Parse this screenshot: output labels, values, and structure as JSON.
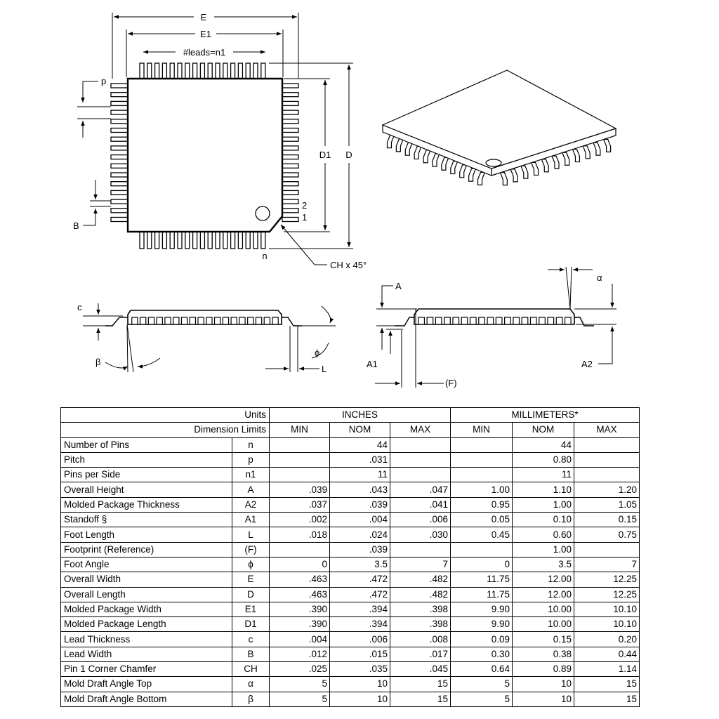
{
  "drawing_labels": {
    "E": "E",
    "E1": "E1",
    "leads": "#leads=n1",
    "p": "p",
    "B": "B",
    "D1": "D1",
    "D": "D",
    "pin2": "2",
    "pin1": "1",
    "n": "n",
    "chamfer": "CH x 45°",
    "c": "c",
    "beta": "β",
    "phi": "ϕ",
    "L": "L",
    "A": "A",
    "A1": "A1",
    "A2": "A2",
    "F": "(F)",
    "alpha": "α"
  },
  "table": {
    "units_label": "Units",
    "limits_label": "Dimension Limits",
    "inches_label": "INCHES",
    "mm_label": "MILLIMETERS*",
    "col_headers": [
      "MIN",
      "NOM",
      "MAX",
      "MIN",
      "NOM",
      "MAX"
    ],
    "rows": [
      {
        "name": "Number of Pins",
        "sym": "n",
        "in_min": "",
        "in_nom": "44",
        "in_max": "",
        "mm_min": "",
        "mm_nom": "44",
        "mm_max": ""
      },
      {
        "name": "Pitch",
        "sym": "p",
        "in_min": "",
        "in_nom": ".031",
        "in_max": "",
        "mm_min": "",
        "mm_nom": "0.80",
        "mm_max": ""
      },
      {
        "name": "Pins per Side",
        "sym": "n1",
        "in_min": "",
        "in_nom": "11",
        "in_max": "",
        "mm_min": "",
        "mm_nom": "11",
        "mm_max": ""
      },
      {
        "name": "Overall Height",
        "sym": "A",
        "in_min": ".039",
        "in_nom": ".043",
        "in_max": ".047",
        "mm_min": "1.00",
        "mm_nom": "1.10",
        "mm_max": "1.20"
      },
      {
        "name": "Molded Package Thickness",
        "sym": "A2",
        "in_min": ".037",
        "in_nom": ".039",
        "in_max": ".041",
        "mm_min": "0.95",
        "mm_nom": "1.00",
        "mm_max": "1.05"
      },
      {
        "name": "Standoff   §",
        "sym": "A1",
        "in_min": ".002",
        "in_nom": ".004",
        "in_max": ".006",
        "mm_min": "0.05",
        "mm_nom": "0.10",
        "mm_max": "0.15"
      },
      {
        "name": "Foot Length",
        "sym": "L",
        "in_min": ".018",
        "in_nom": ".024",
        "in_max": ".030",
        "mm_min": "0.45",
        "mm_nom": "0.60",
        "mm_max": "0.75"
      },
      {
        "name": "Footprint (Reference)",
        "sym": "(F)",
        "in_min": "",
        "in_nom": ".039",
        "in_max": "",
        "mm_min": "",
        "mm_nom": "1.00",
        "mm_max": ""
      },
      {
        "name": "Foot Angle",
        "sym": "ϕ",
        "in_min": "0",
        "in_nom": "3.5",
        "in_max": "7",
        "mm_min": "0",
        "mm_nom": "3.5",
        "mm_max": "7"
      },
      {
        "name": "Overall Width",
        "sym": "E",
        "in_min": ".463",
        "in_nom": ".472",
        "in_max": ".482",
        "mm_min": "11.75",
        "mm_nom": "12.00",
        "mm_max": "12.25"
      },
      {
        "name": "Overall Length",
        "sym": "D",
        "in_min": ".463",
        "in_nom": ".472",
        "in_max": ".482",
        "mm_min": "11.75",
        "mm_nom": "12.00",
        "mm_max": "12.25"
      },
      {
        "name": "Molded Package Width",
        "sym": "E1",
        "in_min": ".390",
        "in_nom": ".394",
        "in_max": ".398",
        "mm_min": "9.90",
        "mm_nom": "10.00",
        "mm_max": "10.10"
      },
      {
        "name": "Molded Package Length",
        "sym": "D1",
        "in_min": ".390",
        "in_nom": ".394",
        "in_max": ".398",
        "mm_min": "9.90",
        "mm_nom": "10.00",
        "mm_max": "10.10"
      },
      {
        "name": "Lead Thickness",
        "sym": "c",
        "in_min": ".004",
        "in_nom": ".006",
        "in_max": ".008",
        "mm_min": "0.09",
        "mm_nom": "0.15",
        "mm_max": "0.20"
      },
      {
        "name": "Lead Width",
        "sym": "B",
        "in_min": ".012",
        "in_nom": ".015",
        "in_max": ".017",
        "mm_min": "0.30",
        "mm_nom": "0.38",
        "mm_max": "0.44"
      },
      {
        "name": "Pin 1 Corner Chamfer",
        "sym": "CH",
        "in_min": ".025",
        "in_nom": ".035",
        "in_max": ".045",
        "mm_min": "0.64",
        "mm_nom": "0.89",
        "mm_max": "1.14"
      },
      {
        "name": "Mold Draft Angle Top",
        "sym": "α",
        "in_min": "5",
        "in_nom": "10",
        "in_max": "15",
        "mm_min": "5",
        "mm_nom": "10",
        "mm_max": "15"
      },
      {
        "name": "Mold Draft Angle Bottom",
        "sym": "β",
        "in_min": "5",
        "in_nom": "10",
        "in_max": "15",
        "mm_min": "5",
        "mm_nom": "10",
        "mm_max": "15"
      }
    ]
  }
}
